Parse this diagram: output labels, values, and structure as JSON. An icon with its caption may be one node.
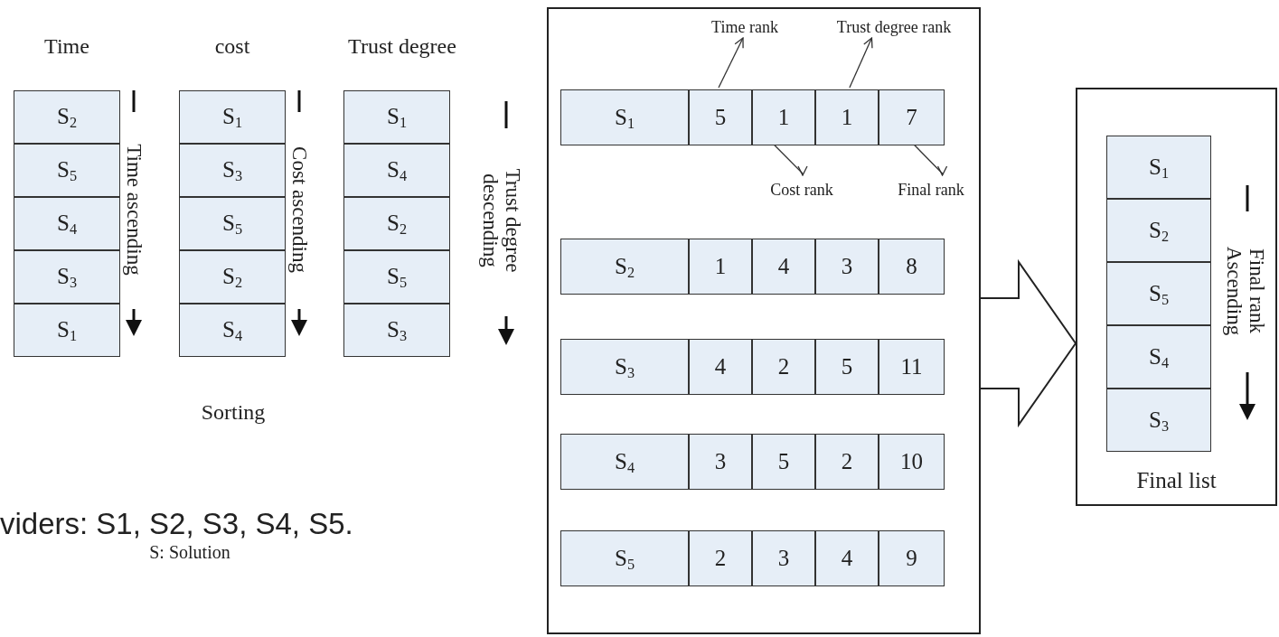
{
  "diagram": {
    "nodes": [
      {
        "text": [
          "S$_{2}$"
        ]
      },
      {
        "text": [
          "S$_{5}$"
        ]
      },
      {
        "text": [
          "S$_{4}$"
        ]
      },
      {
        "text": [
          "S$_{3}$"
        ]
      },
      {
        "text": [
          "S$_{1}$"
        ]
      },
      {
        "text": [
          "S$_{1}$"
        ]
      },
      {
        "text": [
          "S$_{3}$"
        ]
      },
      {
        "text": [
          "S$_{5}$"
        ]
      },
      {
        "text": [
          "S$_{2}$"
        ]
      },
      {
        "text": [
          "S$_{4}$"
        ]
      },
      {
        "text": [
          "S$_{1}$"
        ]
      },
      {
        "text": [
          "S$_{4}$"
        ]
      },
      {
        "text": [
          "S$_{2}$"
        ]
      },
      {
        "text": [
          "S$_{5}$"
        ]
      },
      {
        "text": [
          "S$_{3}$"
        ]
      },
      {
        "text": [],
        "shape": "box"
      },
      {
        "text": [
          "S$_{1}$"
        ],
        "in": 15
      },
      {
        "text": [
          "5"
        ],
        "in": 15
      },
      {
        "text": [
          "1"
        ],
        "in": 15
      },
      {
        "text": [
          "1"
        ],
        "in": 15
      },
      {
        "text": [
          "7"
        ],
        "in": 15
      },
      {
        "text": [
          "S$_{2}$"
        ],
        "in": 15
      },
      {
        "text": [
          "1"
        ],
        "in": 15
      },
      {
        "text": [
          "4"
        ],
        "in": 15
      },
      {
        "text": [
          "3"
        ],
        "in": 15
      },
      {
        "text": [
          "8"
        ],
        "in": 15
      },
      {
        "text": [
          "S$_{3}$"
        ],
        "in": 15
      },
      {
        "text": [
          "4"
        ],
        "in": 15
      },
      {
        "text": [
          "2"
        ],
        "in": 15
      },
      {
        "text": [
          "5"
        ],
        "in": 15
      },
      {
        "text": [
          "11"
        ],
        "in": 15
      },
      {
        "text": [
          "S$_{4}$"
        ],
        "in": 15
      },
      {
        "text": [
          "3"
        ],
        "in": 15
      },
      {
        "text": [
          "5"
        ],
        "in": 15
      },
      {
        "text": [
          "2"
        ],
        "in": 15
      },
      {
        "text": [
          "10"
        ],
        "in": 15
      },
      {
        "text": [
          "S$_{5}$"
        ],
        "in": 15
      },
      {
        "text": [
          "2"
        ],
        "in": 15
      },
      {
        "text": [
          "3"
        ],
        "in": 15
      },
      {
        "text": [
          "4"
        ],
        "in": 15
      },
      {
        "text": [
          "9"
        ],
        "in": 15
      },
      {
        "text": [
          "Time rank"
        ],
        "in": 15
      },
      {
        "text": [
          "Trust degree rank"
        ],
        "in": 15
      },
      {
        "text": [
          "Cost rank"
        ],
        "in": 15
      },
      {
        "text": [
          "Final rank"
        ],
        "in": 15
      },
      {
        "text": [
          "Final list"
        ]
      },
      {
        "text": [
          "S$_{1}$"
        ],
        "in": 45
      },
      {
        "text": [
          "S$_{2}$"
        ],
        "in": 45
      },
      {
        "text": [
          "S$_{5}$"
        ],
        "in": 45
      },
      {
        "text": [
          "S$_{4}$"
        ],
        "in": 45
      },
      {
        "text": [
          "S$_{3}$"
        ],
        "in": 45
      }
    ],
    "edges": [
      {
        "from": 17,
        "to": 41,
        "arrow": "to"
      },
      {
        "from": 19,
        "to": 42,
        "arrow": "to"
      },
      {
        "from": 18,
        "to": 43,
        "arrow": "to"
      },
      {
        "from": 20,
        "to": 44,
        "arrow": "to"
      },
      {
        "from": 15,
        "to": 45,
        "arrow": "to"
      }
    ],
    "labels": [
      "Time",
      "cost",
      "Trust degree",
      "Time ascending",
      "Cost ascending",
      "Trust degree descending",
      "Sorting",
      "viders: S1, S2, S3, S4, S5.",
      "S: Solution",
      "Final rank Ascending"
    ]
  }
}
